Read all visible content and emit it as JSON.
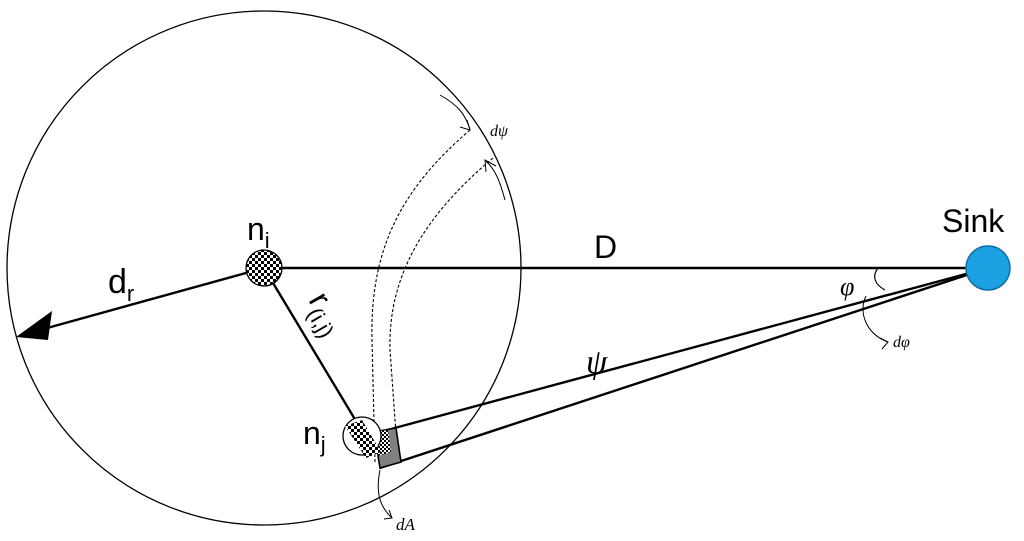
{
  "diagram": {
    "labels": {
      "node_i": "n",
      "node_i_sub": "i",
      "node_j": "n",
      "node_j_sub": "j",
      "range": "d",
      "range_sub": "r",
      "distance_ij": "r",
      "distance_ij_sub": "(i,j)",
      "distance_D": "D",
      "sink": "Sink",
      "phi": "φ",
      "d_phi": "dφ",
      "psi": "ψ",
      "d_psi": "dψ",
      "dA": "dA"
    },
    "colors": {
      "sink_fill": "#1BA1E2",
      "sink_stroke": "#0D6FA8",
      "area_fill": "#808080",
      "line": "#000000"
    }
  }
}
